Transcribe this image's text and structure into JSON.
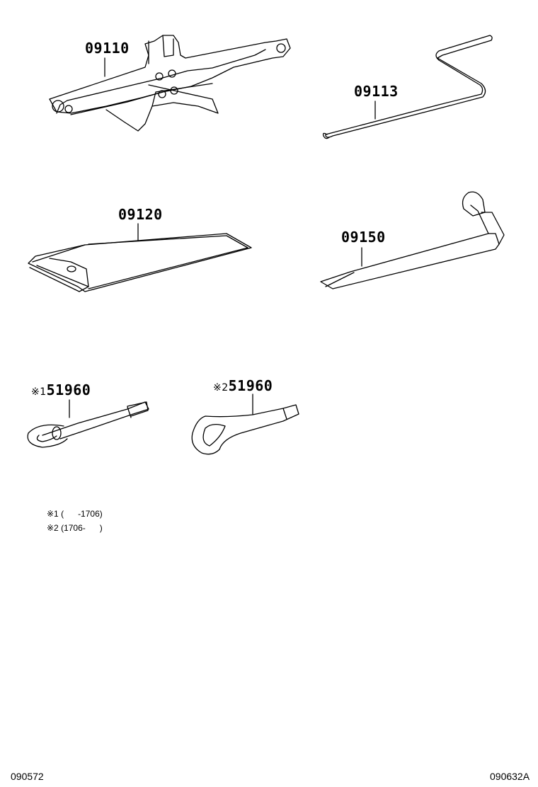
{
  "parts": [
    {
      "id": "jack",
      "part_no": "09110",
      "marker": ""
    },
    {
      "id": "jack-handle",
      "part_no": "09113",
      "marker": ""
    },
    {
      "id": "tool-bag",
      "part_no": "09120",
      "marker": ""
    },
    {
      "id": "wheel-wrench",
      "part_no": "09150",
      "marker": ""
    },
    {
      "id": "towing-eye-1",
      "part_no": "51960",
      "marker": "※1"
    },
    {
      "id": "towing-eye-2",
      "part_no": "51960",
      "marker": "※2"
    }
  ],
  "notes": [
    {
      "text": "※1 (      -1706)"
    },
    {
      "text": "※2 (1706-      )"
    }
  ],
  "footer": {
    "left_code": "090572",
    "right_code": "090632A"
  }
}
